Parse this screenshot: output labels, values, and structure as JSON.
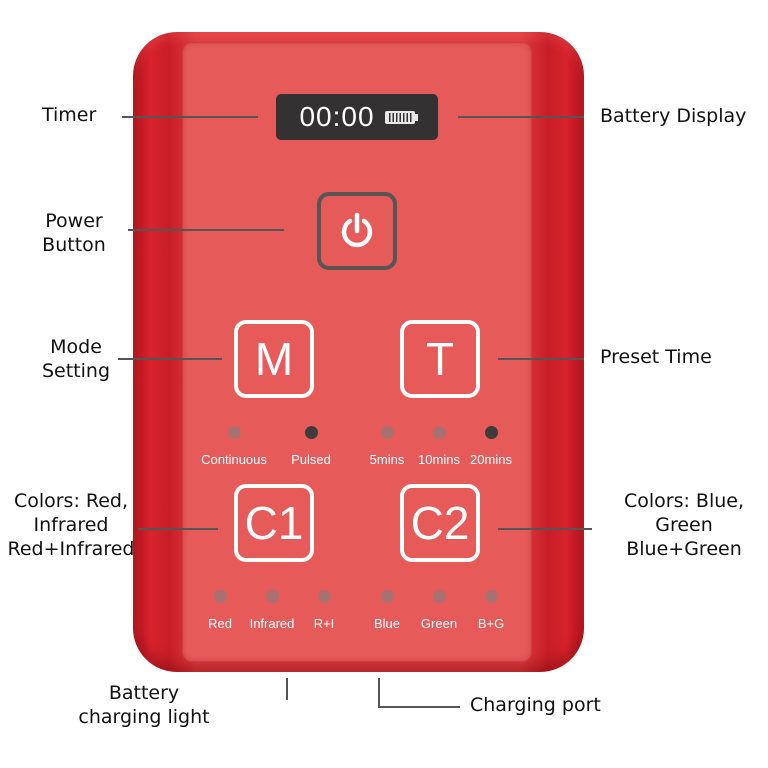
{
  "device": {
    "display_time": "00:00",
    "power_icon": "power-icon",
    "keys": {
      "mode": "M",
      "time": "T",
      "color1": "C1",
      "color2": "C2"
    },
    "mode_options": [
      {
        "label": "Continuous",
        "active": false
      },
      {
        "label": "Pulsed",
        "active": true
      }
    ],
    "time_options": [
      {
        "label": "5mins",
        "active": false
      },
      {
        "label": "10mins",
        "active": false
      },
      {
        "label": "20mins",
        "active": true
      }
    ],
    "c1_options": [
      {
        "label": "Red",
        "active": false
      },
      {
        "label": "Infrared",
        "active": false
      },
      {
        "label": "R+I",
        "active": false
      }
    ],
    "c2_options": [
      {
        "label": "Blue",
        "active": false
      },
      {
        "label": "Green",
        "active": false
      },
      {
        "label": "B+G",
        "active": false
      }
    ],
    "colors": {
      "body": "#e03a40",
      "face": "#e65a5a",
      "display": "#333131",
      "led_off": "#a87070",
      "led_on": "#3f3a3b"
    }
  },
  "callouts": {
    "timer": "Timer",
    "battery_display": "Battery Display",
    "power_button_line1": "Power",
    "power_button_line2": "Button",
    "mode_setting_line1": "Mode",
    "mode_setting_line2": "Setting",
    "preset_time": "Preset Time",
    "c1_colors_line1": "Colors: Red,",
    "c1_colors_line2": "Infrared",
    "c1_colors_line3": "Red+Infrared",
    "c2_colors_line1": "Colors: Blue,",
    "c2_colors_line2": "Green",
    "c2_colors_line3": "Blue+Green",
    "battery_light_line1": "Battery",
    "battery_light_line2": "charging light",
    "charging_port": "Charging port"
  }
}
